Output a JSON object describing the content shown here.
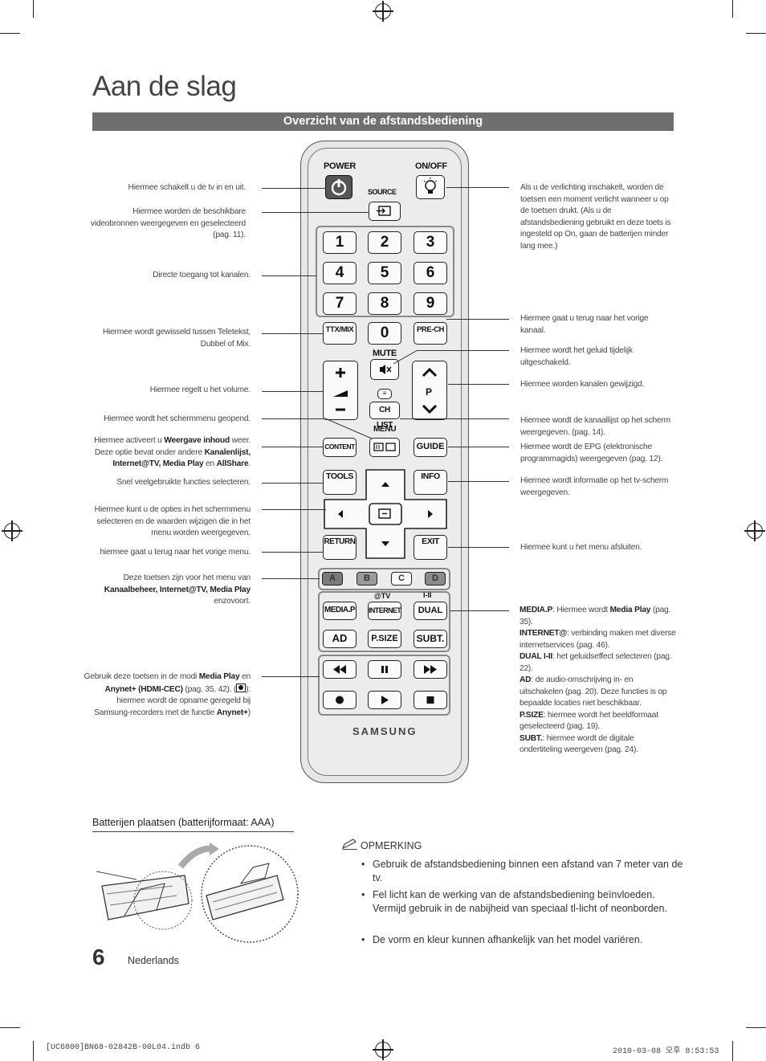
{
  "page": {
    "title": "Aan de slag",
    "banner": "Overzicht van de afstandsbediening",
    "page_number": "6",
    "language": "Nederlands"
  },
  "remote": {
    "power": "POWER",
    "onoff": "ON/OFF",
    "source": "SOURCE",
    "numbers": [
      "1",
      "2",
      "3",
      "4",
      "5",
      "6",
      "7",
      "8",
      "9",
      "0"
    ],
    "ttx": "TTX/MIX",
    "prech": "PRE-CH",
    "mute": "MUTE",
    "p": "P",
    "chlist": "CH LIST",
    "menu": "MENU",
    "content": "CONTENT",
    "guide": "GUIDE",
    "tools": "TOOLS",
    "info": "INFO",
    "return": "RETURN",
    "exit": "EXIT",
    "colors": [
      "A",
      "B",
      "C",
      "D"
    ],
    "atv": "@TV",
    "dual_sym": "I-II",
    "mediap": "MEDIA.P",
    "internet": "INTERNET",
    "dual": "DUAL",
    "ad": "AD",
    "psize": "P.SIZE",
    "subt": "SUBT.",
    "brand": "SAMSUNG"
  },
  "labels_left": {
    "power": "Hiermee schakelt u de tv in en uit.",
    "source": "Hiermee worden de beschikbare videobronnen weergegeven en geselecteerd (pag. 11).",
    "numbers": "Directe toegang tot kanalen.",
    "ttx": "Hiermee wordt gewisseld tussen Teletekst, Dubbel of Mix.",
    "volume": "Hiermee regelt u het volume.",
    "menu": "Hiermee wordt het schermmenu geopend.",
    "content_1": "Hiermee activeert u",
    "content_b1": "Weergave inhoud",
    "content_2": "weer. Deze optie bevat onder andere",
    "content_b2": "Kanalenlijst, Internet@TV, Media Play",
    "content_3": "en",
    "content_b3": "AllShare",
    "tools": "Snel veelgebruikte functies selecteren.",
    "nav": "Hiermee kunt u de opties in het schermmenu selecteren en de waarden wijzigen die in het menu worden weergegeven.",
    "return": "hiermee gaat u terug naar het vorige menu.",
    "colors_1": "Deze toetsen zijn voor het menu van",
    "colors_b": "Kanaalbeheer, Internet@TV, Media Play",
    "colors_2": "enzovoort.",
    "play_1": "Gebruik deze toetsen in de modi",
    "play_b1": "Media Play",
    "play_2": "en",
    "play_b2": "Anynet+ (HDMI-CEC)",
    "play_3": "(pag. 35, 42).",
    "play_4": ": hiermee wordt de opname geregeld bij Samsung-recorders met de functie",
    "play_b3": "Anynet+"
  },
  "labels_right": {
    "onoff": "Als u de verlichting inschakelt, worden de toetsen een moment verlicht wanneer u op de toetsen drukt. (Als u de afstandsbediening gebruikt en deze toets is ingesteld op On, gaan de batterijen minder lang mee.)",
    "prech": "Hiermee gaat u terug naar het vorige kanaal.",
    "mute": "Hiermee wordt het geluid tijdelijk uitgeschakeld.",
    "channel": "Hiermee worden kanalen gewijzigd.",
    "chlist": "Hiermee wordt de kanaallijst op het scherm weergegeven. (pag. 14).",
    "guide": "Hiermee wordt de EPG (elektronische programmagids) weergegeven (pag. 12).",
    "info": "Hiermee wordt informatie op het tv-scherm weergegeven.",
    "exit": "Hiermee kunt u het menu afsluiten.",
    "mediap_b": "MEDIA.P",
    "mediap_1": ": Hiermee wordt",
    "mediap_b2": "Media Play",
    "mediap_2": "(pag. 35).",
    "internet_b": "INTERNET@",
    "internet_1": ": verbinding maken met diverse internetservices (pag. 46).",
    "dual_b": "DUAL I-II",
    "dual_1": ": het geluidseffect selecteren (pag. 22).",
    "ad_b": "AD",
    "ad_1": ": de audio-omschrijving in- en uitschakelen (pag. 20). Deze functies is op bepaalde locaties niet beschikbaar.",
    "psize_b": "P.SIZE",
    "psize_1": ": hiermee wordt het beeldformaat geselecteerd (pag. 19).",
    "subt_b": "SUBT.",
    "subt_1": ": hiermee wordt de digitale ondertiteling weergeven (pag. 24)."
  },
  "batteries": {
    "heading": "Batterijen plaatsen (batterijformaat: AAA)"
  },
  "note": {
    "heading": "OPMERKING",
    "items": [
      "Gebruik de afstandsbediening binnen een afstand van 7 meter van de tv.",
      "Fel licht kan de werking van de afstandsbediening beïnvloeden. Vermijd gebruik in de nabijheid van speciaal tl-licht of neonborden.",
      "De vorm en kleur kunnen afhankelijk van het model variëren."
    ]
  },
  "footer": {
    "file": "[UC6800]BN68-02842B-00L04.indb   6",
    "date": "2010-03-08   오후 8:53:53"
  }
}
